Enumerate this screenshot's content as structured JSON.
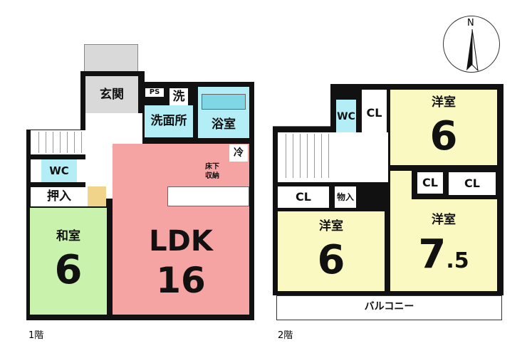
{
  "floor1": {
    "label": "1階",
    "entrance": "玄関",
    "ps": "PS",
    "washer": "洗",
    "washroom": "洗面所",
    "bath": "浴室",
    "fridge": "冷",
    "underfloor": "床下\n収納",
    "underfloor_line1": "床下",
    "underfloor_line2": "収納",
    "wc": "WC",
    "closet": "押入",
    "washitsu": "和室",
    "washitsu_size": "6",
    "ldk": "LDK",
    "ldk_size": "16"
  },
  "floor2": {
    "label": "2階",
    "wc": "WC",
    "cl1": "CL",
    "room_a": "洋室",
    "room_a_size": "6",
    "cl2": "CL",
    "cl3": "CL",
    "cl4": "CL",
    "storage": "物入",
    "room_b": "洋室",
    "room_b_size": "6",
    "room_c": "洋室",
    "room_c_size_main": "7",
    "room_c_size_dec": ".5",
    "balcony": "バルコニー"
  },
  "compass": {
    "north": "N"
  },
  "colors": {
    "ldk": "#f6a3a3",
    "washitsu": "#c9f2ac",
    "yoshitsu": "#fbf9c2",
    "water": "#b3eef6"
  }
}
